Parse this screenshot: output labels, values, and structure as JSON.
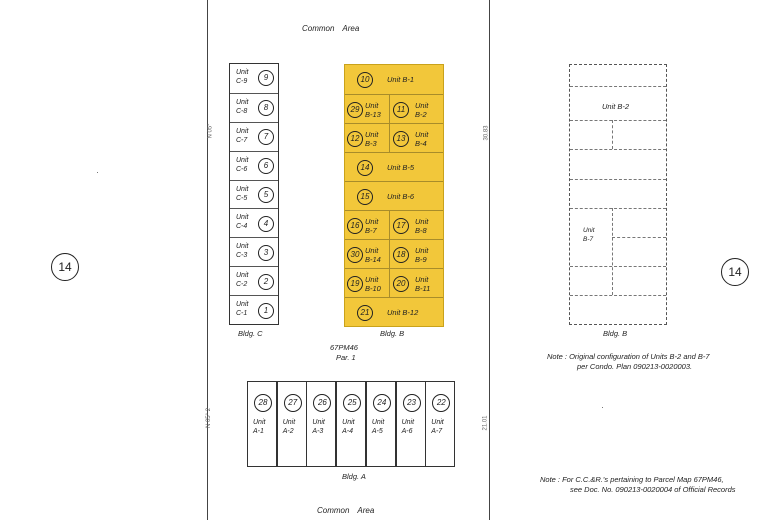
{
  "common_area_top": "Common Area",
  "common_area_bottom": "Common Area",
  "parcel_left": "14",
  "parcel_right": "14",
  "bldg_c": {
    "label": "Bldg. C",
    "units": [
      {
        "unit": "Unit",
        "code": "C-9",
        "num": "9"
      },
      {
        "unit": "Unit",
        "code": "C-8",
        "num": "8"
      },
      {
        "unit": "Unit",
        "code": "C-7",
        "num": "7"
      },
      {
        "unit": "Unit",
        "code": "C-6",
        "num": "6"
      },
      {
        "unit": "Unit",
        "code": "C-5",
        "num": "5"
      },
      {
        "unit": "Unit",
        "code": "C-4",
        "num": "4"
      },
      {
        "unit": "Unit",
        "code": "C-3",
        "num": "3"
      },
      {
        "unit": "Unit",
        "code": "C-2",
        "num": "2"
      },
      {
        "unit": "Unit",
        "code": "C-1",
        "num": "1"
      }
    ]
  },
  "bldg_b": {
    "label": "Bldg. B",
    "fill_color": "#f2c73a",
    "rows": [
      {
        "type": "full",
        "num": "10",
        "text": "Unit B-1"
      },
      {
        "type": "split",
        "left_num": "29",
        "left_unit": "Unit",
        "left_code": "B-13",
        "right_num": "11",
        "right_unit": "Unit",
        "right_code": "B-2"
      },
      {
        "type": "split",
        "left_num": "12",
        "left_unit": "Unit",
        "left_code": "B-3",
        "right_num": "13",
        "right_unit": "Unit",
        "right_code": "B-4"
      },
      {
        "type": "full",
        "num": "14",
        "text": "Unit B-5"
      },
      {
        "type": "full",
        "num": "15",
        "text": "Unit B-6"
      },
      {
        "type": "split",
        "left_num": "16",
        "left_unit": "Unit",
        "left_code": "B-7",
        "right_num": "17",
        "right_unit": "Unit",
        "right_code": "B-8"
      },
      {
        "type": "split",
        "left_num": "30",
        "left_unit": "Unit",
        "left_code": "B-14",
        "right_num": "18",
        "right_unit": "Unit",
        "right_code": "B-9"
      },
      {
        "type": "split",
        "left_num": "19",
        "left_unit": "Unit",
        "left_code": "B-10",
        "right_num": "20",
        "right_unit": "Unit",
        "right_code": "B-11"
      },
      {
        "type": "full",
        "num": "21",
        "text": "Unit B-12"
      }
    ]
  },
  "bldg_d": {
    "label": "Bldg. B",
    "unit_b2": "Unit B-2",
    "unit_b7_a": "Unit",
    "unit_b7_b": "B-7"
  },
  "parcel_map": "67PM46",
  "parcel_num": "Par. 1",
  "bldg_a": {
    "label": "Bldg. A",
    "units": [
      {
        "num": "28",
        "unit": "Unit",
        "code": "A-1"
      },
      {
        "num": "27",
        "unit": "Unit",
        "code": "A-2"
      },
      {
        "num": "26",
        "unit": "Unit",
        "code": "A-3"
      },
      {
        "num": "25",
        "unit": "Unit",
        "code": "A-4"
      },
      {
        "num": "24",
        "unit": "Unit",
        "code": "A-5"
      },
      {
        "num": "23",
        "unit": "Unit",
        "code": "A-6"
      },
      {
        "num": "22",
        "unit": "Unit",
        "code": "A-7"
      }
    ]
  },
  "note1_line1": "Note : Original configuration of Units B-2 and B-7",
  "note1_line2": "per Condo. Plan 090213-0020003.",
  "note2_line1": "Note : For C.C.&R.'s pertaining to Parcel Map 67PM46,",
  "note2_line2": "see Doc. No. 090213-0020004 of Official Records"
}
